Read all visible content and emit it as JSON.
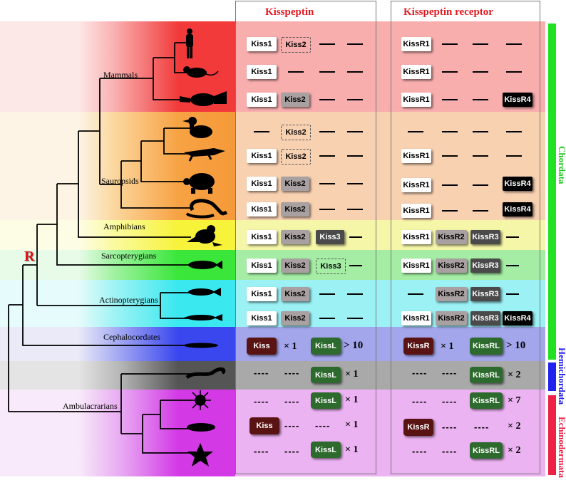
{
  "headers": {
    "ligand": "Kisspeptin",
    "receptor": "Kisspeptin receptor"
  },
  "root_label": "R",
  "taxa": {
    "mammals": "Mammals",
    "sauropsids": "Sauropsids",
    "amphibians": "Amphibians",
    "sarcopterygians": "Sarcopterygians",
    "actinopterygians": "Actinopterygians",
    "cephalocordates": "Cephalocordates",
    "ambulacrarians": "Ambulacrarians"
  },
  "phyla": {
    "chordata": "Chordata",
    "hemichordata": "Hemichordata",
    "echinodermata": "Echinodermata"
  },
  "colors": {
    "chordata": "#22e022",
    "hemichordata": "#2222ee",
    "echinodermata": "#ee2244",
    "mammals": "#f23a3a",
    "sauropsids": "#f59a3a",
    "amphibians": "#f7f23a",
    "sarcopterygians": "#3ae63a",
    "actinopterygians": "#3ae8ef",
    "cephalocordates": "#3a46ee",
    "hemichordata_band": "#555555",
    "echinodermata_band": "#d33ae6"
  },
  "labels": {
    "kiss1": "Kiss1",
    "kiss2": "Kiss2",
    "kiss3": "Kiss3",
    "kiss": "Kiss",
    "kissl": "KissL",
    "kissr1": "KissR1",
    "kissr2": "KissR2",
    "kissr3": "KissR3",
    "kissr4": "KissR4",
    "kissr": "KissR",
    "kissrl": "KissRL",
    "dotted": "----",
    "x1": "× 1",
    "x2": "× 2",
    "x7": "× 7",
    "gt10": "> 10"
  }
}
